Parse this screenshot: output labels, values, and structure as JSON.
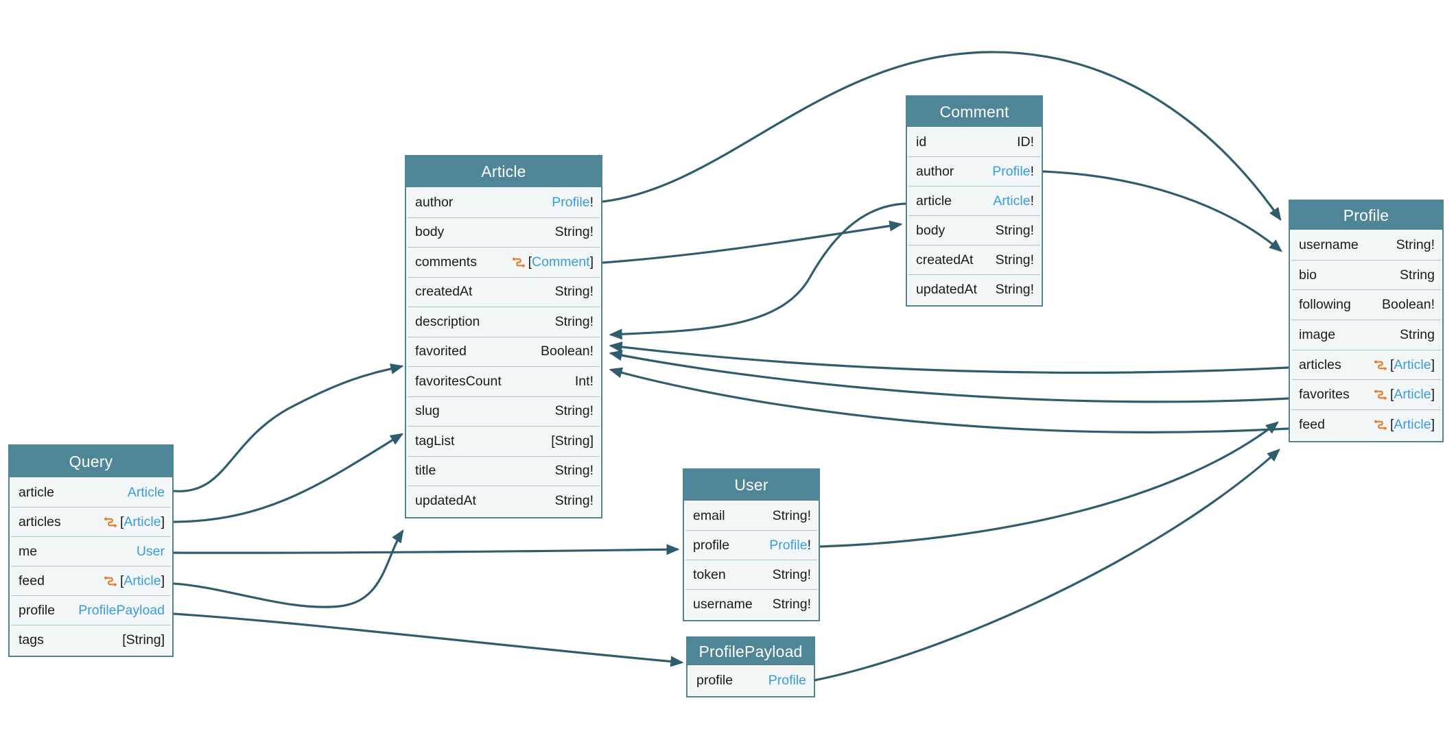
{
  "diagram": {
    "colors": {
      "header_bg": "#4e8698",
      "header_text": "#ffffff",
      "row_bg": "#f2f6f6",
      "outer_border": "#4d8495",
      "row_border": "#a3c2ca",
      "type_link": "#3b9cdb",
      "list_icon": "#e87d2f",
      "edge": "#2e5d6d",
      "field_text": "#1a1a1a"
    },
    "types": [
      {
        "name": "Query",
        "fields": [
          {
            "name": "article",
            "type": "Article",
            "kind": "object",
            "list": false,
            "required": false
          },
          {
            "name": "articles",
            "type": "Article",
            "kind": "object",
            "list": true,
            "required": false
          },
          {
            "name": "me",
            "type": "User",
            "kind": "object",
            "list": false,
            "required": false
          },
          {
            "name": "feed",
            "type": "Article",
            "kind": "object",
            "list": true,
            "required": false
          },
          {
            "name": "profile",
            "type": "ProfilePayload",
            "kind": "object",
            "list": false,
            "required": false
          },
          {
            "name": "tags",
            "type": "String",
            "kind": "scalar",
            "list": true,
            "required": false
          }
        ]
      },
      {
        "name": "Article",
        "fields": [
          {
            "name": "author",
            "type": "Profile",
            "kind": "object",
            "list": false,
            "required": true
          },
          {
            "name": "body",
            "type": "String",
            "kind": "scalar",
            "list": false,
            "required": true
          },
          {
            "name": "comments",
            "type": "Comment",
            "kind": "object",
            "list": true,
            "required": false
          },
          {
            "name": "createdAt",
            "type": "String",
            "kind": "scalar",
            "list": false,
            "required": true
          },
          {
            "name": "description",
            "type": "String",
            "kind": "scalar",
            "list": false,
            "required": true
          },
          {
            "name": "favorited",
            "type": "Boolean",
            "kind": "scalar",
            "list": false,
            "required": true
          },
          {
            "name": "favoritesCount",
            "type": "Int",
            "kind": "scalar",
            "list": false,
            "required": true
          },
          {
            "name": "slug",
            "type": "String",
            "kind": "scalar",
            "list": false,
            "required": true
          },
          {
            "name": "tagList",
            "type": "String",
            "kind": "scalar",
            "list": true,
            "required": false
          },
          {
            "name": "title",
            "type": "String",
            "kind": "scalar",
            "list": false,
            "required": true
          },
          {
            "name": "updatedAt",
            "type": "String",
            "kind": "scalar",
            "list": false,
            "required": true
          }
        ]
      },
      {
        "name": "Comment",
        "fields": [
          {
            "name": "id",
            "type": "ID",
            "kind": "scalar",
            "list": false,
            "required": true
          },
          {
            "name": "author",
            "type": "Profile",
            "kind": "object",
            "list": false,
            "required": true
          },
          {
            "name": "article",
            "type": "Article",
            "kind": "object",
            "list": false,
            "required": true
          },
          {
            "name": "body",
            "type": "String",
            "kind": "scalar",
            "list": false,
            "required": true
          },
          {
            "name": "createdAt",
            "type": "String",
            "kind": "scalar",
            "list": false,
            "required": true
          },
          {
            "name": "updatedAt",
            "type": "String",
            "kind": "scalar",
            "list": false,
            "required": true
          }
        ]
      },
      {
        "name": "Profile",
        "fields": [
          {
            "name": "username",
            "type": "String",
            "kind": "scalar",
            "list": false,
            "required": true
          },
          {
            "name": "bio",
            "type": "String",
            "kind": "scalar",
            "list": false,
            "required": false
          },
          {
            "name": "following",
            "type": "Boolean",
            "kind": "scalar",
            "list": false,
            "required": true
          },
          {
            "name": "image",
            "type": "String",
            "kind": "scalar",
            "list": false,
            "required": false
          },
          {
            "name": "articles",
            "type": "Article",
            "kind": "object",
            "list": true,
            "required": false
          },
          {
            "name": "favorites",
            "type": "Article",
            "kind": "object",
            "list": true,
            "required": false
          },
          {
            "name": "feed",
            "type": "Article",
            "kind": "object",
            "list": true,
            "required": false
          }
        ]
      },
      {
        "name": "User",
        "fields": [
          {
            "name": "email",
            "type": "String",
            "kind": "scalar",
            "list": false,
            "required": true
          },
          {
            "name": "profile",
            "type": "Profile",
            "kind": "object",
            "list": false,
            "required": true
          },
          {
            "name": "token",
            "type": "String",
            "kind": "scalar",
            "list": false,
            "required": true
          },
          {
            "name": "username",
            "type": "String",
            "kind": "scalar",
            "list": false,
            "required": true
          }
        ]
      },
      {
        "name": "ProfilePayload",
        "fields": [
          {
            "name": "profile",
            "type": "Profile",
            "kind": "object",
            "list": false,
            "required": false
          }
        ]
      }
    ],
    "edges": [
      {
        "id": "query-article",
        "from": "Query.article",
        "to": "Article"
      },
      {
        "id": "query-articles",
        "from": "Query.articles",
        "to": "Article"
      },
      {
        "id": "query-me",
        "from": "Query.me",
        "to": "User"
      },
      {
        "id": "query-feed",
        "from": "Query.feed",
        "to": "Article"
      },
      {
        "id": "query-profile",
        "from": "Query.profile",
        "to": "ProfilePayload"
      },
      {
        "id": "article-author",
        "from": "Article.author",
        "to": "Profile"
      },
      {
        "id": "article-comments",
        "from": "Article.comments",
        "to": "Comment"
      },
      {
        "id": "comment-author",
        "from": "Comment.author",
        "to": "Profile"
      },
      {
        "id": "comment-article",
        "from": "Comment.article",
        "to": "Article"
      },
      {
        "id": "profile-articles",
        "from": "Profile.articles",
        "to": "Article"
      },
      {
        "id": "profile-favorites",
        "from": "Profile.favorites",
        "to": "Article"
      },
      {
        "id": "profile-feed",
        "from": "Profile.feed",
        "to": "Article"
      },
      {
        "id": "user-profile",
        "from": "User.profile",
        "to": "Profile"
      },
      {
        "id": "profilepayload-profile",
        "from": "ProfilePayload.profile",
        "to": "Profile"
      }
    ],
    "icons": {
      "list": "list-connection-icon"
    }
  }
}
